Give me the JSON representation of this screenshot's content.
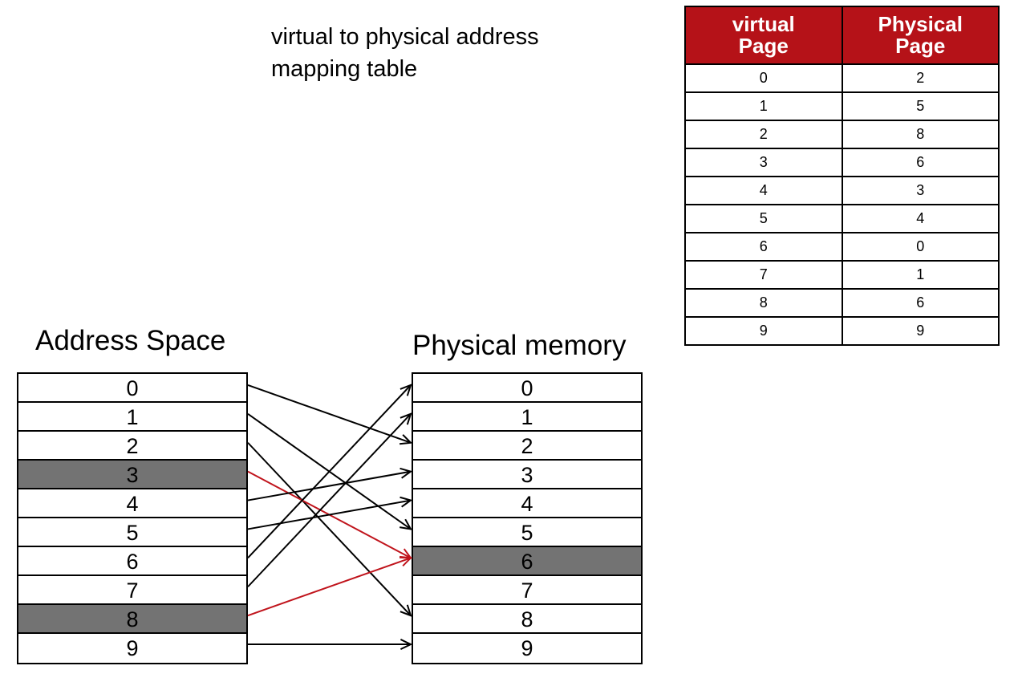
{
  "title": {
    "line1": "virtual to physical address",
    "line2": "mapping table"
  },
  "mapping_table": {
    "headers": [
      "virtual\nPage",
      "Physical\nPage"
    ],
    "header_lines": [
      [
        "virtual",
        "Page"
      ],
      [
        "Physical",
        "Page"
      ]
    ],
    "rows": [
      [
        "0",
        "2"
      ],
      [
        "1",
        "5"
      ],
      [
        "2",
        "8"
      ],
      [
        "3",
        "6"
      ],
      [
        "4",
        "3"
      ],
      [
        "5",
        "4"
      ],
      [
        "6",
        "0"
      ],
      [
        "7",
        "1"
      ],
      [
        "8",
        "6"
      ],
      [
        "9",
        "9"
      ]
    ],
    "header_color": "#b51218"
  },
  "address_space": {
    "label": "Address Space",
    "cells": [
      "0",
      "1",
      "2",
      "3",
      "4",
      "5",
      "6",
      "7",
      "8",
      "9"
    ],
    "highlighted": [
      3,
      8
    ]
  },
  "physical_memory": {
    "label": "Physical memory",
    "cells": [
      "0",
      "1",
      "2",
      "3",
      "4",
      "5",
      "6",
      "7",
      "8",
      "9"
    ],
    "highlighted": [
      6
    ]
  },
  "arrows": [
    {
      "from": 0,
      "to": 2,
      "color": "#000000"
    },
    {
      "from": 1,
      "to": 5,
      "color": "#000000"
    },
    {
      "from": 2,
      "to": 8,
      "color": "#000000"
    },
    {
      "from": 3,
      "to": 6,
      "color": "#c0141c"
    },
    {
      "from": 4,
      "to": 3,
      "color": "#000000"
    },
    {
      "from": 5,
      "to": 4,
      "color": "#000000"
    },
    {
      "from": 6,
      "to": 0,
      "color": "#000000"
    },
    {
      "from": 7,
      "to": 1,
      "color": "#000000"
    },
    {
      "from": 8,
      "to": 6,
      "color": "#c0141c"
    },
    {
      "from": 9,
      "to": 9,
      "color": "#000000"
    }
  ],
  "colors": {
    "highlight_fill": "#737373",
    "conflict_arrow": "#c0141c"
  }
}
